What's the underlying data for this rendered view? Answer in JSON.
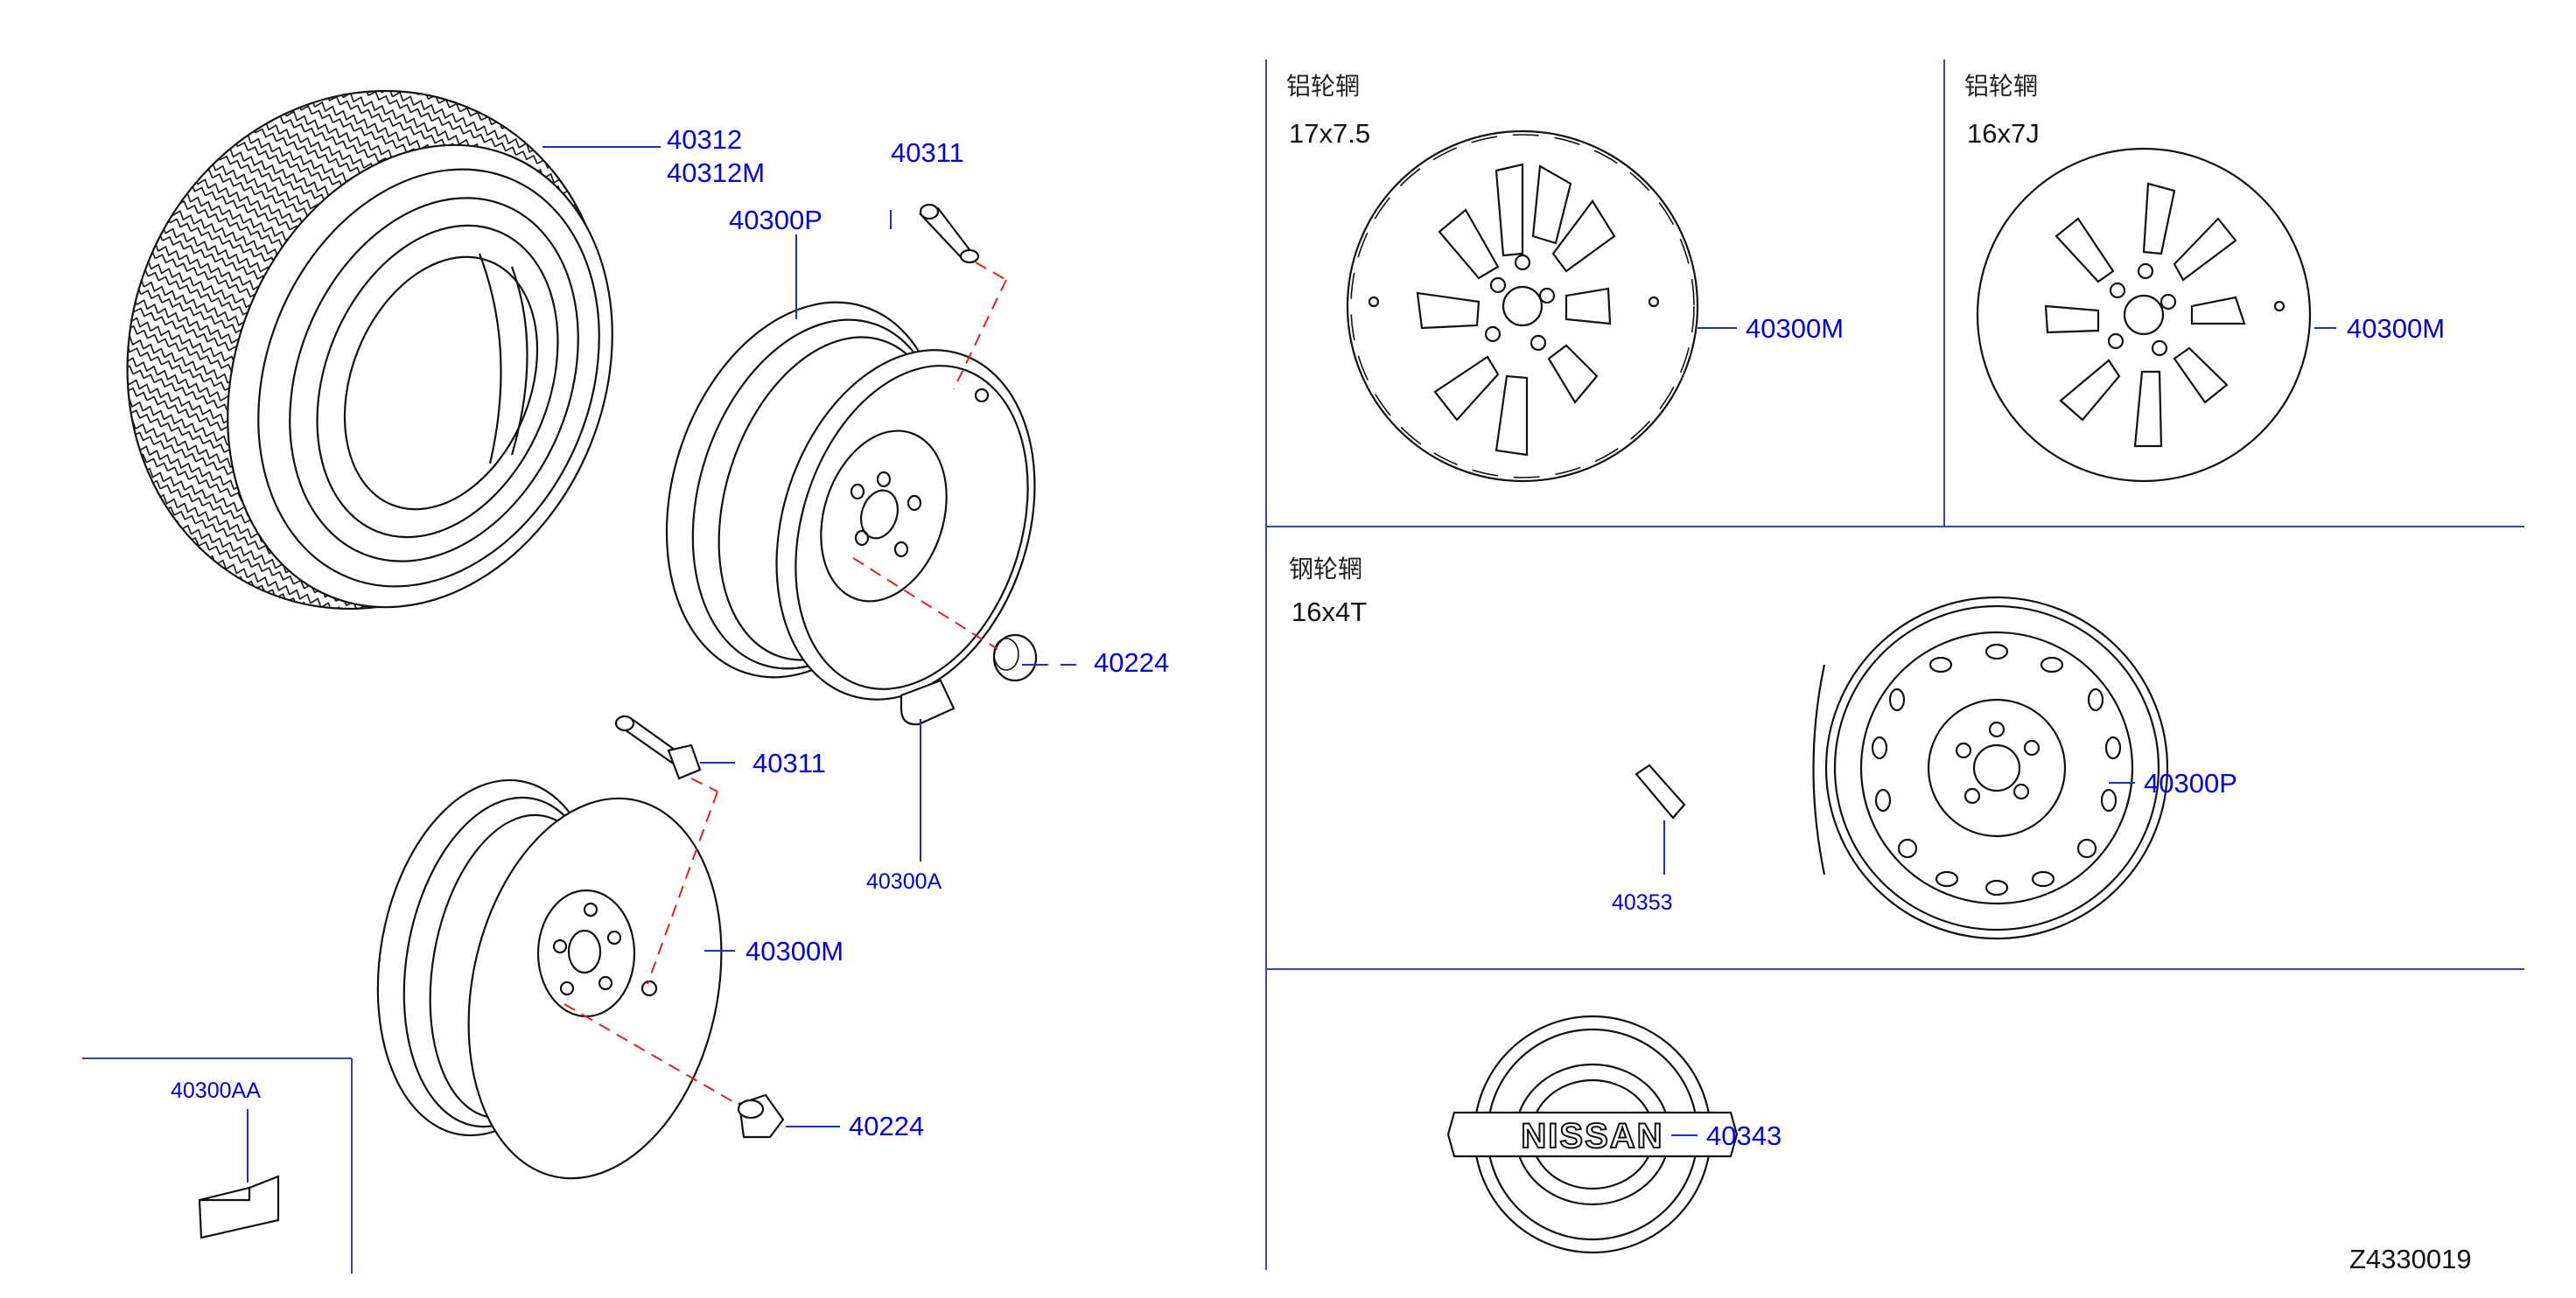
{
  "sections": {
    "alloy_17": {
      "header": "铝轮辋",
      "spec": "17x7.5"
    },
    "alloy_16": {
      "header": "铝轮辋",
      "spec": "16x7J"
    },
    "steel_16": {
      "header": "钢轮辋",
      "spec": "16x4T"
    }
  },
  "labels": {
    "tire": "40312",
    "tire_alt": "40312M",
    "valve_top": "40311",
    "steel_wheel_top": "40300P",
    "tpms_partial": "40224",
    "valve_bottom": "40311",
    "sensor": "40300A",
    "alloy_wheel_bottom": "40300M",
    "lug_nut": "40224",
    "balance_weight_box": "40300AA",
    "alloy_17_part": "40300M",
    "alloy_16_part": "40300M",
    "steel_spare_part": "40300P",
    "spare_weight": "40353",
    "center_cap": "40343"
  },
  "logo_text": "NISSAN",
  "diagram_ref": "Z4330019",
  "colors": {
    "label": "#0000dd",
    "leader": "#1a2fd0",
    "dashed": "#e02020",
    "frame": "#3344aa"
  }
}
